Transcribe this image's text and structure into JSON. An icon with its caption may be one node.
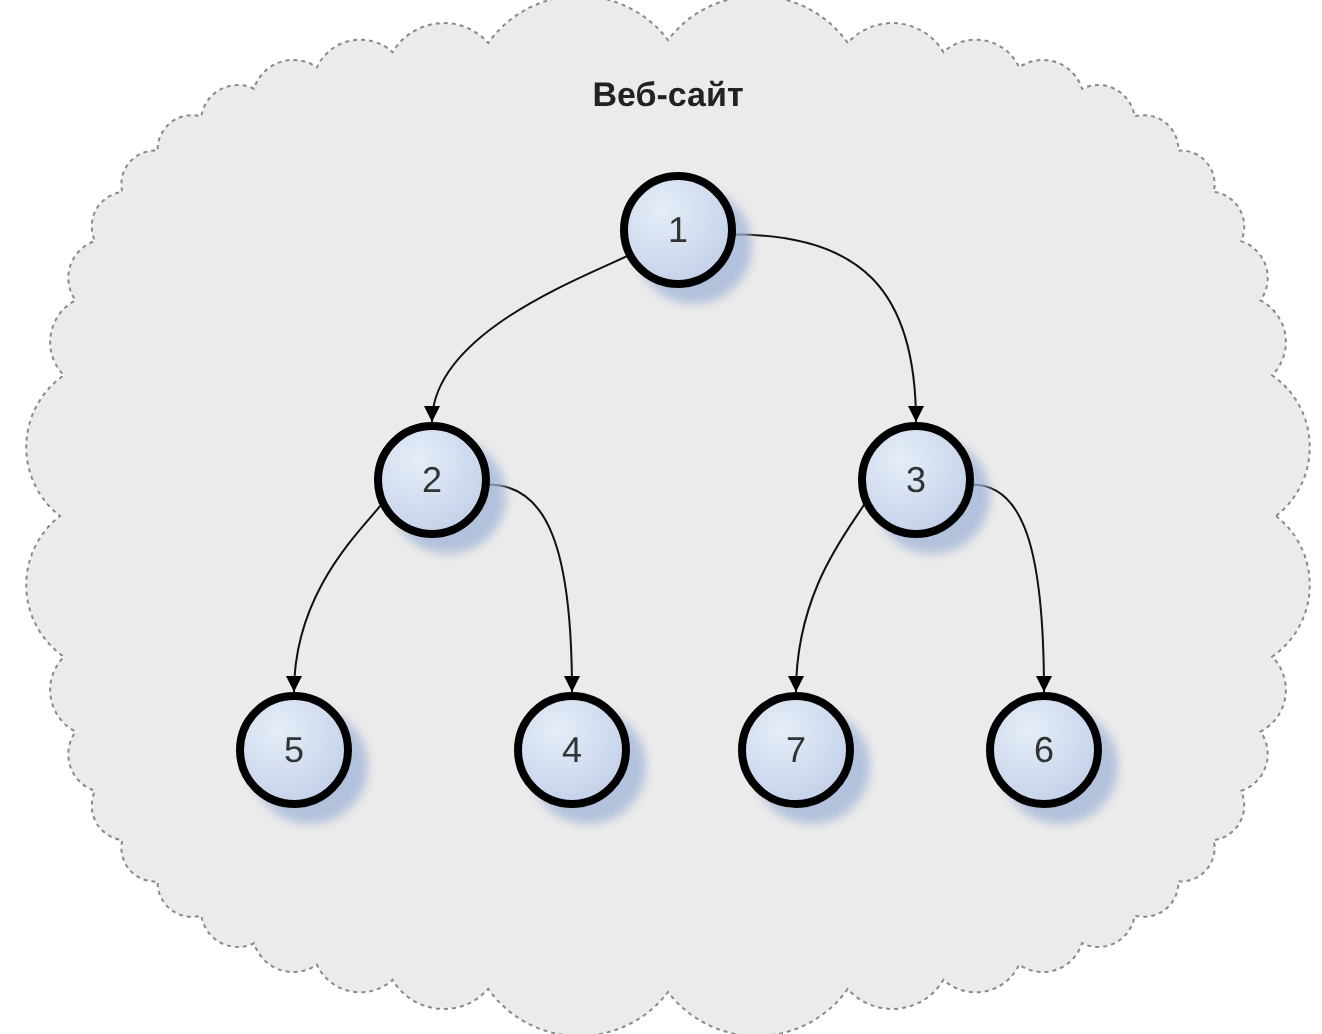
{
  "diagram": {
    "nodes": [
      {
        "text": [
          "Веб-сайт"
        ]
      },
      {
        "text": [
          "1"
        ],
        "in": 0
      },
      {
        "text": [
          "2"
        ],
        "in": 0
      },
      {
        "text": [
          "3"
        ],
        "in": 0
      },
      {
        "text": [
          "5"
        ],
        "in": 0
      },
      {
        "text": [
          "4"
        ],
        "in": 0
      },
      {
        "text": [
          "7"
        ],
        "in": 0
      },
      {
        "text": [
          "6"
        ],
        "in": 0
      }
    ],
    "edges": [
      {
        "from": 1,
        "to": 2,
        "arrow": "to"
      },
      {
        "from": 1,
        "to": 3,
        "arrow": "to"
      },
      {
        "from": 2,
        "to": 4,
        "arrow": "to"
      },
      {
        "from": 2,
        "to": 5,
        "arrow": "to"
      },
      {
        "from": 3,
        "to": 6,
        "arrow": "to"
      },
      {
        "from": 3,
        "to": 7,
        "arrow": "to"
      }
    ]
  }
}
